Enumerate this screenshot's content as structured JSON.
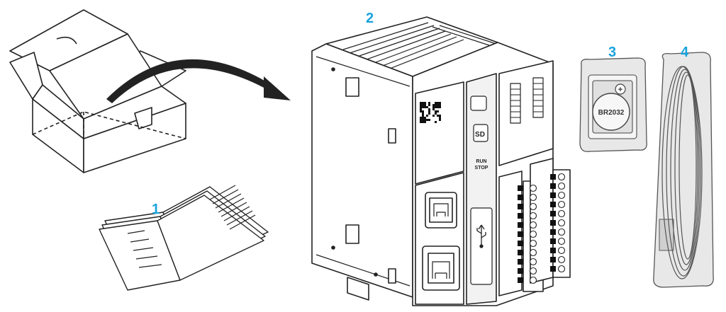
{
  "colors": {
    "callout": "#1aa3dd",
    "line": "#222222",
    "bag": "#e8e8e8",
    "panel_shade": "#d9d9d9",
    "dark_fill": "#111111"
  },
  "callouts": {
    "manual": "1",
    "controller": "2",
    "battery": "3",
    "cable": "4"
  },
  "battery": {
    "model": "BR2032",
    "polarity": "+"
  },
  "controller": {
    "sd_label": "SD",
    "switch_run": "RUN",
    "switch_stop": "STOP"
  },
  "icons": {
    "arrow": "curved-arrow-icon",
    "usb": "usb-icon",
    "qr": "qr-code-icon"
  }
}
